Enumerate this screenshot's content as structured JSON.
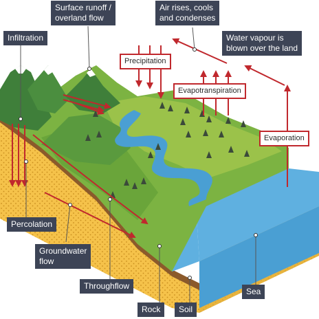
{
  "labels": {
    "surface_runoff_1": "Surface runoff /",
    "surface_runoff_2": "overland flow",
    "air_rises_1": "Air rises, cools",
    "air_rises_2": "and condenses",
    "infiltration": "Infiltration",
    "water_vapour_1": "Water vapour is",
    "water_vapour_2": "blown over the land",
    "precipitation": "Precipitation",
    "evapotranspiration": "Evapotranspiration",
    "evaporation": "Evaporation",
    "percolation": "Percolation",
    "groundwater_1": "Groundwater",
    "groundwater_2": "flow",
    "throughflow": "Throughflow",
    "rock": "Rock",
    "soil": "Soil",
    "sea": "Sea"
  },
  "colors": {
    "label_bg": "#3d4456",
    "arrow": "#c0282d",
    "grass": "#7cb342",
    "mountain": "#3f7f3a",
    "river": "#4a9fd3",
    "sea": "#5fb0e0",
    "rock": "#f5c24a",
    "soil": "#8b5a2b"
  }
}
